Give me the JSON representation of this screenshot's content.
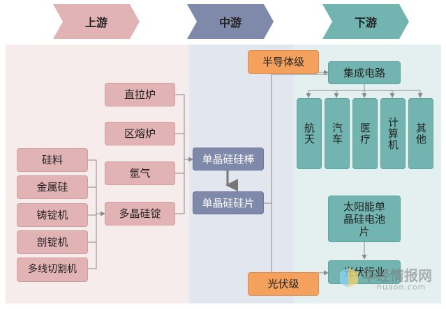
{
  "stages": {
    "upstream": "上游",
    "midstream": "中游",
    "downstream": "下游"
  },
  "upstream": {
    "raw": [
      "硅料",
      "金属硅",
      "铸锭机",
      "剖锭机",
      "多线切割机"
    ],
    "intermediate": [
      "直拉炉",
      "区熔炉",
      "氩气",
      "多晶硅锭"
    ]
  },
  "midstream": {
    "ingot": "单晶硅硅棒",
    "wafer": "单晶硅硅片"
  },
  "branches": {
    "semiconductor": "半导体级",
    "photovoltaic": "光伏级"
  },
  "downstream": {
    "ic": "集成电路",
    "applications": [
      "航天",
      "汽车",
      "医疗",
      "计算机",
      "其他"
    ],
    "solar_cell": "太阳能单晶硅电池片",
    "pv_industry": "光伏行业"
  },
  "watermark": {
    "brand": "华经情报网",
    "url": "huaon.com"
  },
  "colors": {
    "upstream_bg": "#f6eceb",
    "midstream_bg": "#e2e6ef",
    "downstream_bg": "#e4f0ef",
    "pink": "#e2b3b5",
    "blue": "#7f89aa",
    "teal": "#72b5b0",
    "orange": "#f4a15e"
  }
}
